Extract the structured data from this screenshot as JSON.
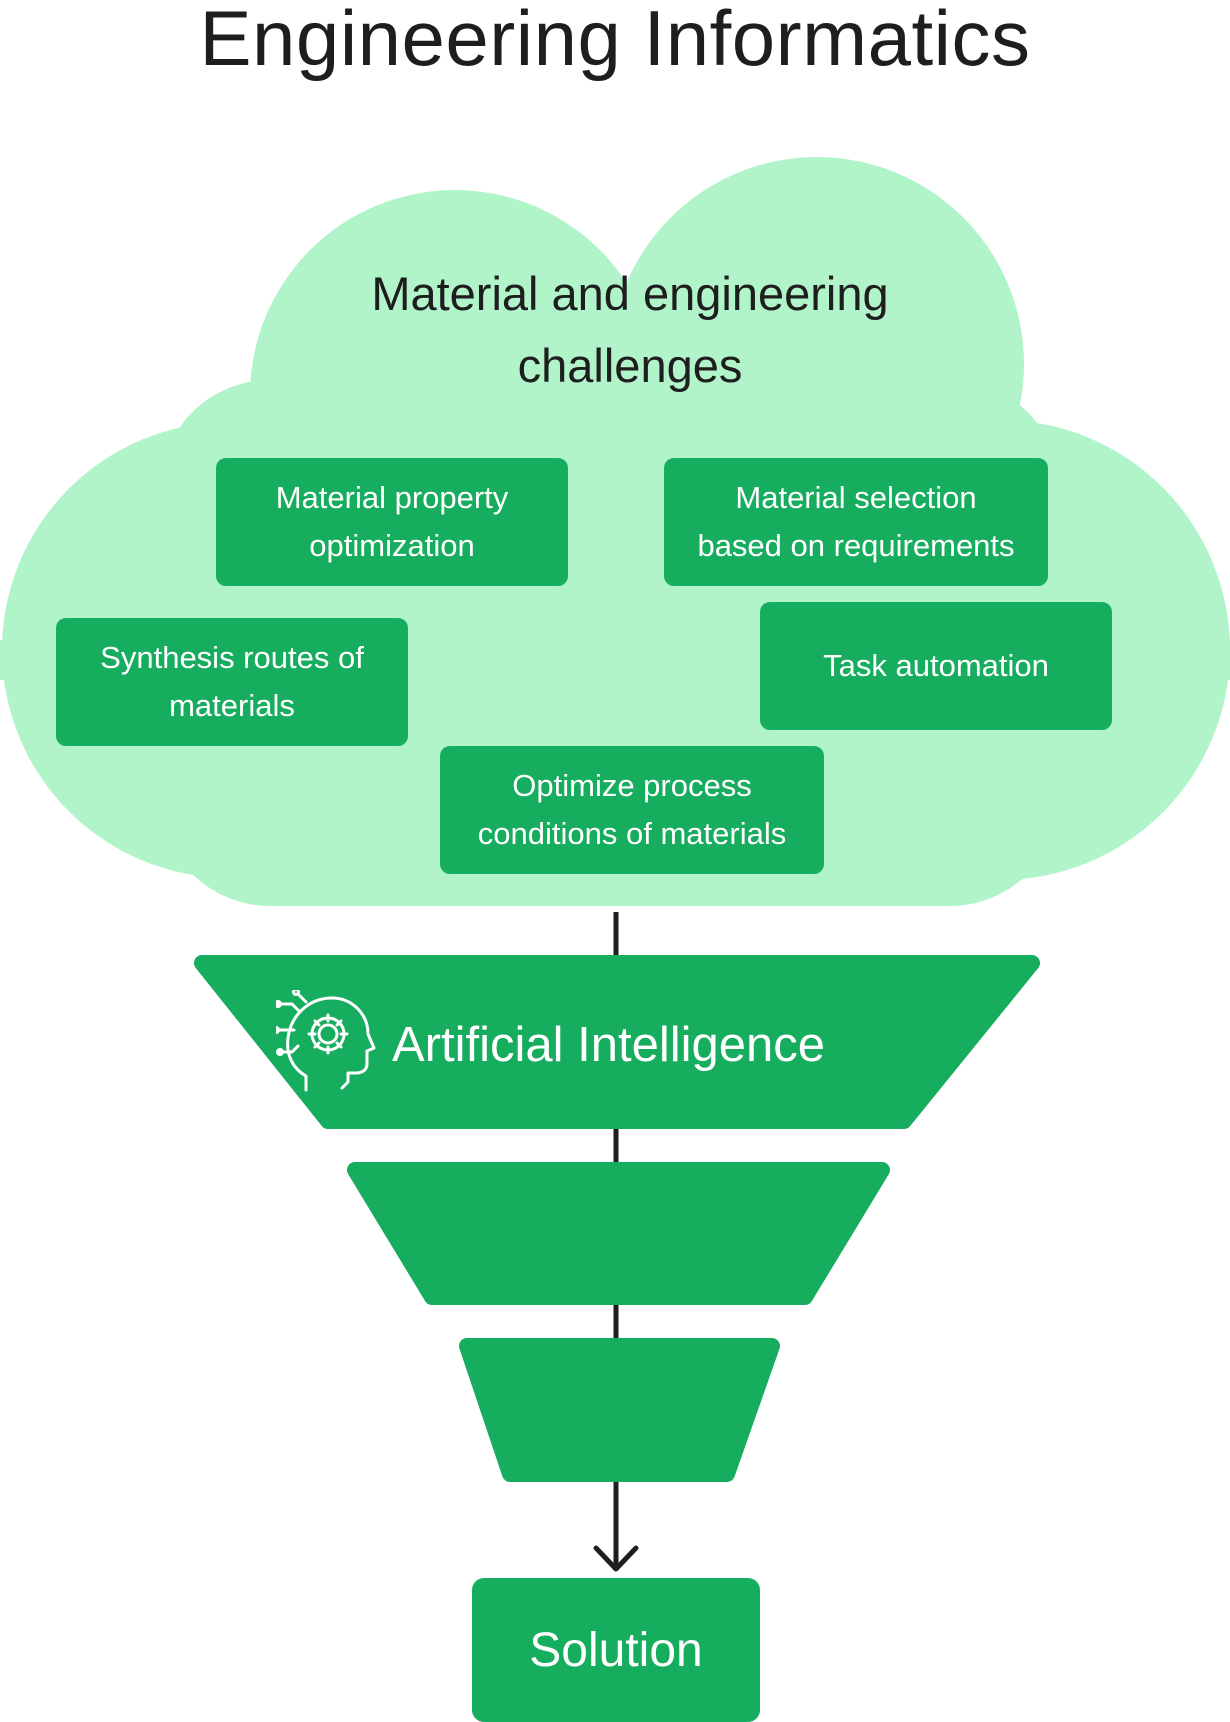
{
  "title": "Engineering Informatics",
  "cloud": {
    "heading_line1": "Material and engineering",
    "heading_line2": "challenges",
    "items": [
      {
        "line1": "Material property",
        "line2": "optimization"
      },
      {
        "line1": "Material selection",
        "line2": "based on requirements"
      },
      {
        "line1": "Synthesis routes of",
        "line2": "materials"
      },
      {
        "line1": "Task automation",
        "line2": ""
      },
      {
        "line1": "Optimize process",
        "line2": "conditions of materials"
      }
    ]
  },
  "funnel": {
    "stage1_label": "Artificial Intelligence",
    "stage1_icon": "ai-head-gear-icon"
  },
  "output": {
    "label": "Solution"
  },
  "colors": {
    "cloud": "#b1f4ca",
    "accent": "#17ad5e",
    "text_dark": "#1e1e1e",
    "text_light": "#ffffff",
    "connector": "#1e1e1e"
  }
}
